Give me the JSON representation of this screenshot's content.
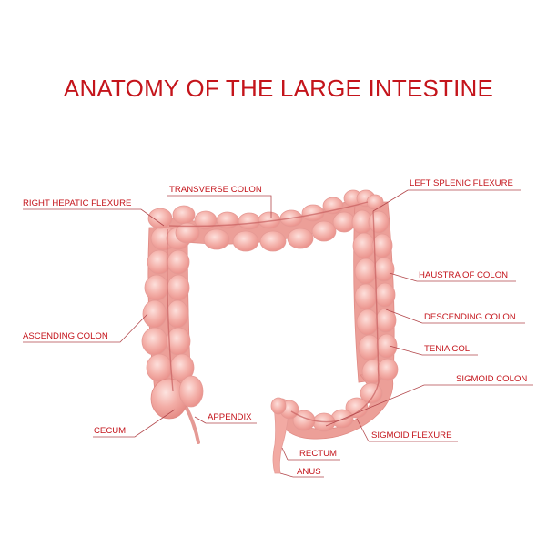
{
  "title": "ANATOMY OF THE LARGE INTESTINE",
  "labels": {
    "transverse_colon": "TRANSVERSE COLON",
    "right_hepatic_flexure": "RIGHT HEPATIC FLEXURE",
    "left_splenic_flexure": "LEFT SPLENIC FLEXURE",
    "haustra_of_colon": "HAUSTRA OF COLON",
    "ascending_colon": "ASCENDING COLON",
    "descending_colon": "DESCENDING COLON",
    "tenia_coli": "TENIA COLI",
    "sigmoid_colon": "SIGMOID COLON",
    "cecum": "CECUM",
    "appendix": "APPENDIX",
    "sigmoid_flexure": "SIGMOID FLEXURE",
    "rectum": "RECTUM",
    "anus": "ANUS"
  },
  "colors": {
    "title": "#c4141b",
    "label": "#c4141b",
    "tissue": "#f2aaa3",
    "tissue_highlight": "#fde0dc"
  }
}
